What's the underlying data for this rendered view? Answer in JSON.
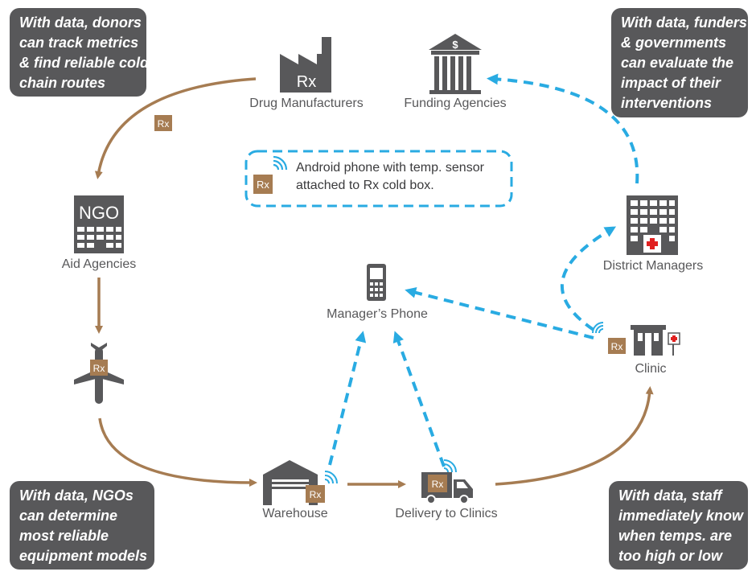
{
  "callouts": {
    "donors": [
      "With data, donors",
      "can track metrics",
      "& find reliable cold",
      "chain routes"
    ],
    "funders": [
      "With data, funders",
      "& governments",
      "can evaluate the",
      "impact of their",
      "interventions"
    ],
    "ngos": [
      "With data, NGOs",
      "can determine",
      "most reliable",
      "equipment models"
    ],
    "staff": [
      "With data, staff",
      "immediately know",
      "when temps. are",
      "too high or low"
    ]
  },
  "nodes": {
    "drug_manufacturers": "Drug Manufacturers",
    "funding_agencies": "Funding Agencies",
    "aid_agencies": "Aid Agencies",
    "managers_phone": "Manager’s Phone",
    "district_managers": "District Managers",
    "clinic": "Clinic",
    "warehouse": "Warehouse",
    "delivery": "Delivery to Clinics"
  },
  "icon_text": {
    "rx": "Rx",
    "ngo": "NGO",
    "dollar": "$"
  },
  "legend": {
    "lines": [
      "Android phone with temp. sensor",
      "attached to Rx cold box."
    ]
  },
  "colors": {
    "supply_arrow": "#a67c52",
    "data_arrow": "#29abe2",
    "callout_bg": "#58585a",
    "icon_gray": "#58585a",
    "rx_box": "#a67c52"
  },
  "icons": [
    "factory-icon",
    "bank-icon",
    "ngo-building-icon",
    "airplane-icon",
    "mobile-phone-icon",
    "hospital-building-icon",
    "clinic-icon",
    "warehouse-icon",
    "delivery-truck-icon",
    "wifi-signal-icon",
    "rx-box-icon"
  ]
}
